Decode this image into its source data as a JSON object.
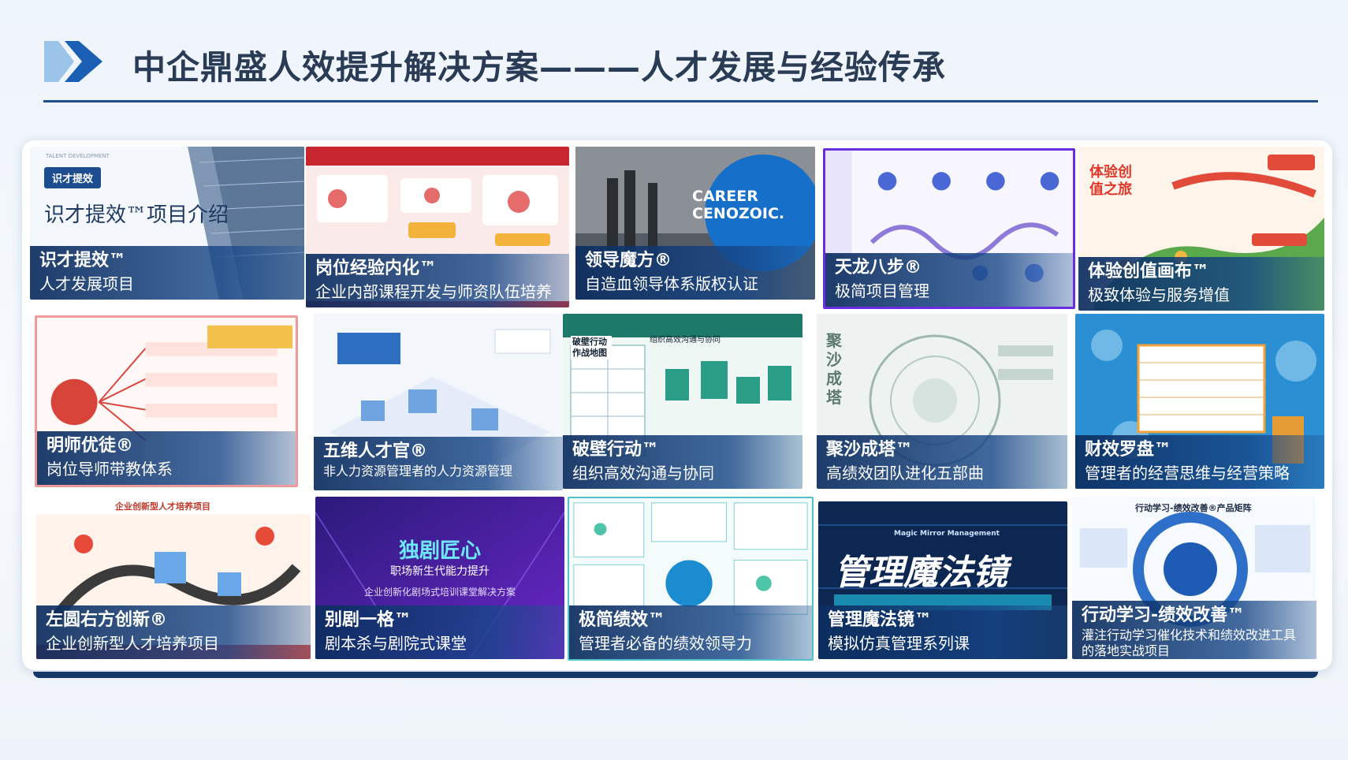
{
  "slide": {
    "title": "中企鼎盛人效提升解决方案———人才发展与经验传承"
  },
  "tiles": [
    {
      "title": "识才提效™",
      "subtitle": "人才发展项目",
      "badge": "识才提效",
      "headline": "识才提效™项目介绍",
      "kicker": "TALENT DEVELOPMENT"
    },
    {
      "title": "岗位经验内化™",
      "subtitle": "企业内部课程开发与师资队伍培养"
    },
    {
      "title": "领导魔方®",
      "subtitle": "自造血领导体系版权认证",
      "headline": "CAREER CENOZOIC."
    },
    {
      "title": "天龙八步®",
      "subtitle": "极简项目管理"
    },
    {
      "title": "体验创值画布™",
      "subtitle": "极致体验与服务增值",
      "headline": "体验创值之旅"
    },
    {
      "title": "明师优徒®",
      "subtitle": "岗位导师带教体系"
    },
    {
      "title": "五维人才官®",
      "subtitle": "非人力资源管理者的人力资源管理"
    },
    {
      "title": "破壁行动™",
      "subtitle": "组织高效沟通与协同",
      "headline": "破壁行动作战地图",
      "kicker": "组织高效沟通与协同"
    },
    {
      "title": "聚沙成塔™",
      "subtitle": "高绩效团队进化五部曲",
      "headline": "聚沙成塔"
    },
    {
      "title": "财效罗盘™",
      "subtitle": "管理者的经营思维与经营策略"
    },
    {
      "title": "左圆右方创新®",
      "subtitle": "企业创新型人才培养项目",
      "headline": "企业创新型人才培养项目"
    },
    {
      "title": "别剧一格™",
      "subtitle": "剧本杀与剧院式课堂",
      "headline": "独剧匠心",
      "kicker": "职场新生代能力提升",
      "note": "企业创新化剧场式培训课堂解决方案"
    },
    {
      "title": "极简绩效™",
      "subtitle": "管理者必备的绩效领导力"
    },
    {
      "title": "管理魔法镜™",
      "subtitle": "模拟仿真管理系列课",
      "headline": "管理魔法镜",
      "kicker": "Magic Mirror Management"
    },
    {
      "title": "行动学习-绩效改善™",
      "subtitle": "灌注行动学习催化技术和绩效改进工具的落地实战项目",
      "headline": "行动学习-绩效改善®产品矩阵"
    }
  ],
  "colors": {
    "navy": "#163866",
    "accent": "#1f4f8c",
    "title_text": "#2a3b55"
  }
}
